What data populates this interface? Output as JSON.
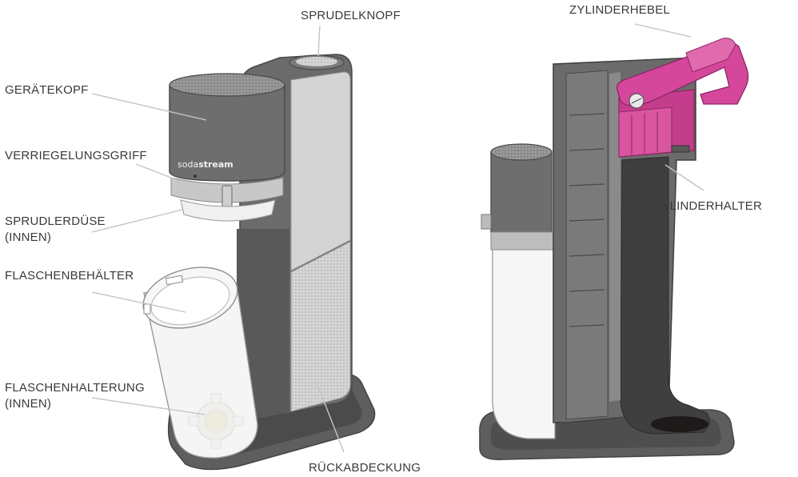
{
  "labels": {
    "sprudelknopf": "SPRUDELKNOPF",
    "geraetekopf": "GERÄTEKOPF",
    "verriegelungsgriff": "VERRIEGELUNGSGRIFF",
    "sprudlerduese_1": "SPRUDLERDÜSE",
    "sprudlerduese_2": "(INNEN)",
    "flaschenbehaelter": "FLASCHENBEHÄLTER",
    "flaschenhalterung_1": "FLASCHENHALTERUNG",
    "flaschenhalterung_2": "(INNEN)",
    "rueckabdeckung": "RÜCKABDECKUNG",
    "zylinderhebel": "ZYLINDERHEBEL",
    "zylinderhalter": "ZYLINDERHALTER"
  },
  "brand": {
    "logo_light": "soda",
    "logo_bold": "stream"
  },
  "colors": {
    "body_dark": "#6a6a6a",
    "body_light": "#cfcfcf",
    "accent_magenta": "#d2479a",
    "leader_lines": "#c4c4c4",
    "label_text": "#3a3a3a"
  }
}
